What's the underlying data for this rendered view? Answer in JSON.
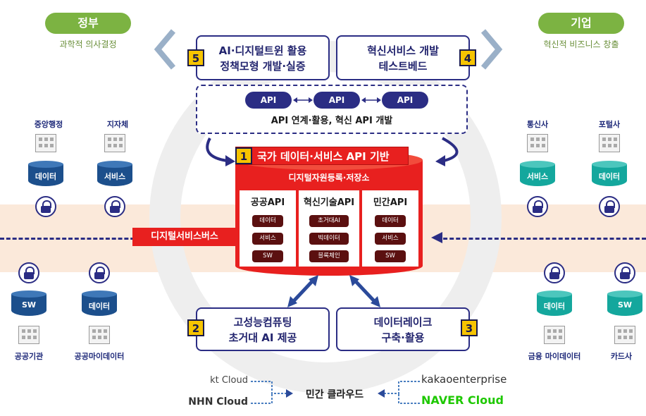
{
  "left_group": {
    "title": "정부",
    "subtitle": "과학적 의사결정"
  },
  "right_group": {
    "title": "기업",
    "subtitle": "혁신적 비즈니스 창출"
  },
  "box5": {
    "num": "5",
    "line1": "AI·디지털트윈 활용",
    "line2": "정책모형 개발·실증"
  },
  "box4": {
    "num": "4",
    "line1": "혁신서비스 개발",
    "line2": "테스트베드"
  },
  "box2": {
    "num": "2",
    "line1": "고성능컴퓨팅",
    "line2": "초거대 AI 제공"
  },
  "box3": {
    "num": "3",
    "line1": "데이터레이크",
    "line2": "구축·활용"
  },
  "api_row": {
    "items": [
      "API",
      "API",
      "API"
    ],
    "caption": "API 연계·활용, 혁신 API 개발"
  },
  "core": {
    "num": "1",
    "title": "국가 데이터·서비스 API 기반",
    "subtitle": "디지털자원등록·저장소",
    "columns": [
      {
        "header": "공공API",
        "items": [
          "데이터",
          "서비스",
          "SW"
        ]
      },
      {
        "header": "혁신기술API",
        "items": [
          "초거대AI",
          "빅데이터",
          "블록체인"
        ]
      },
      {
        "header": "민간API",
        "items": [
          "데이터",
          "서비스",
          "SW"
        ]
      }
    ]
  },
  "bus_label": "디지털서비스버스",
  "left_top_nodes": [
    {
      "org": "중앙행정",
      "db": "데이터"
    },
    {
      "org": "지자체",
      "db": "서비스"
    }
  ],
  "left_bottom_nodes": [
    {
      "org": "공공기관",
      "db": "SW"
    },
    {
      "org": "공공마이데이터",
      "db": "데이터"
    }
  ],
  "right_top_nodes": [
    {
      "org": "통신사",
      "db": "서비스"
    },
    {
      "org": "포털사",
      "db": "데이터"
    }
  ],
  "right_bottom_nodes": [
    {
      "org": "금융 마이데이터",
      "db": "데이터"
    },
    {
      "org": "카드사",
      "db": "SW"
    }
  ],
  "cloud": {
    "center": "민간 클라우드",
    "left": [
      "kt Cloud",
      "NHN Cloud"
    ],
    "right": [
      "kakaoenterprise",
      "NAVER Cloud"
    ]
  },
  "colors": {
    "navy": "#2b2d84",
    "red": "#e8201f",
    "teal": "#14a79d",
    "green": "#7cb342",
    "yellow": "#f6c400"
  }
}
